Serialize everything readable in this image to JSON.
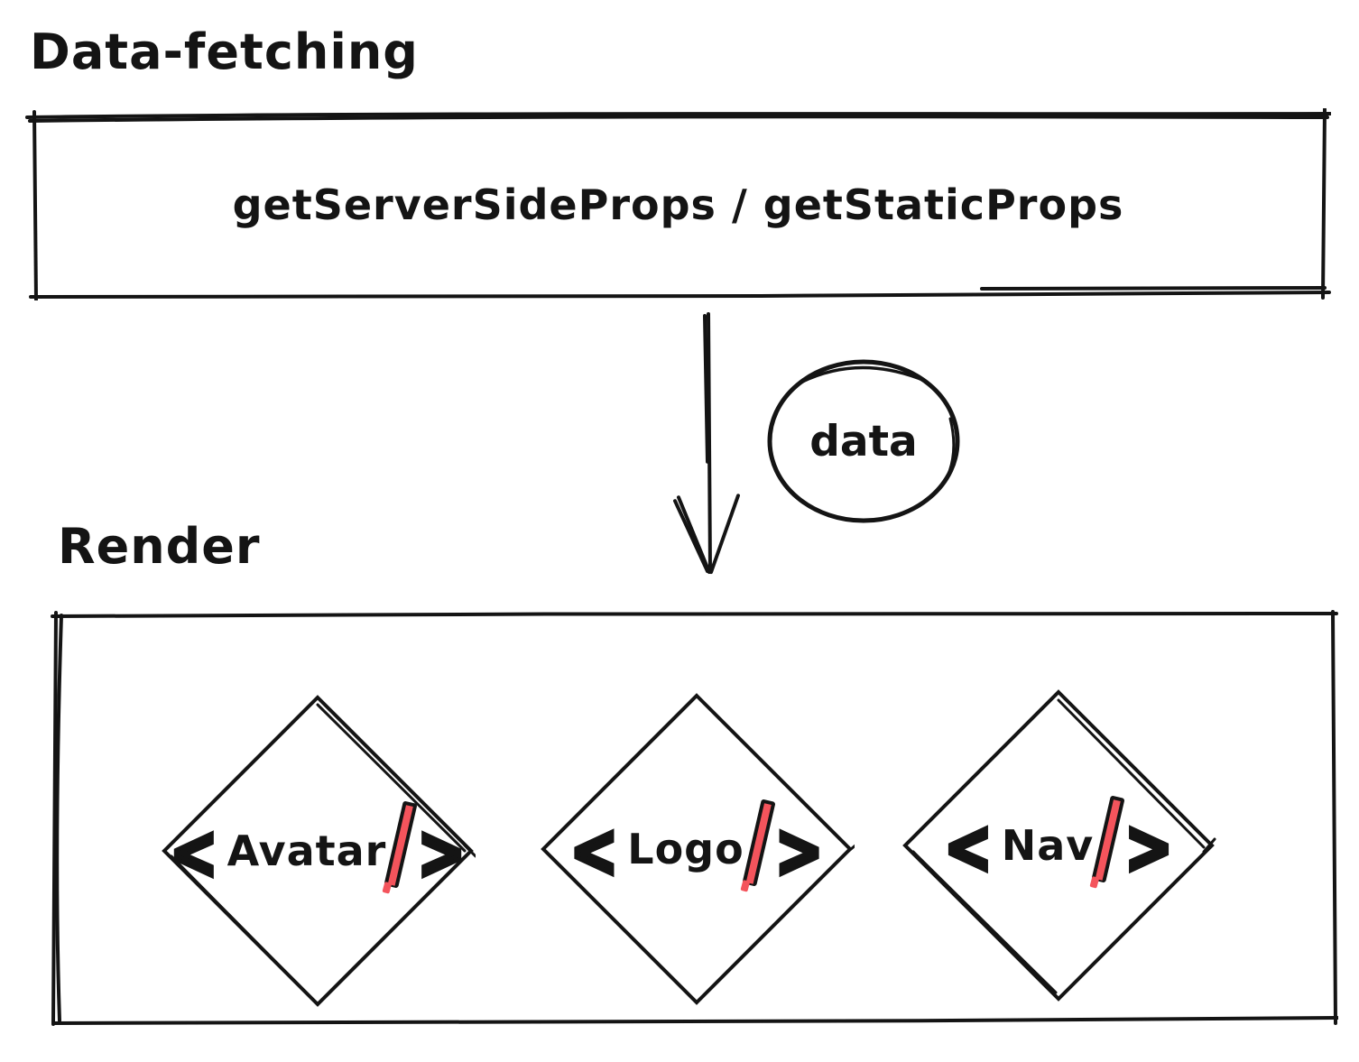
{
  "sections": {
    "fetching": {
      "title": "Data-fetching",
      "box_label": "getServerSideProps / getStaticProps"
    },
    "render": {
      "title": "Render"
    }
  },
  "data_flow": {
    "label": "data",
    "arrow_direction": "down"
  },
  "components": [
    {
      "tag": "<Avatar/>",
      "open": "<",
      "name": "Avatar",
      "slash": "/",
      "close": ">"
    },
    {
      "tag": "<Logo/>",
      "open": "<",
      "name": "Logo",
      "slash": "/",
      "close": ">"
    },
    {
      "tag": "<Nav/>",
      "open": "<",
      "name": "Nav",
      "slash": "/",
      "close": ">"
    }
  ],
  "colors": {
    "ink": "#141414",
    "slash_red": "#f4545c",
    "background": "#ffffff"
  }
}
